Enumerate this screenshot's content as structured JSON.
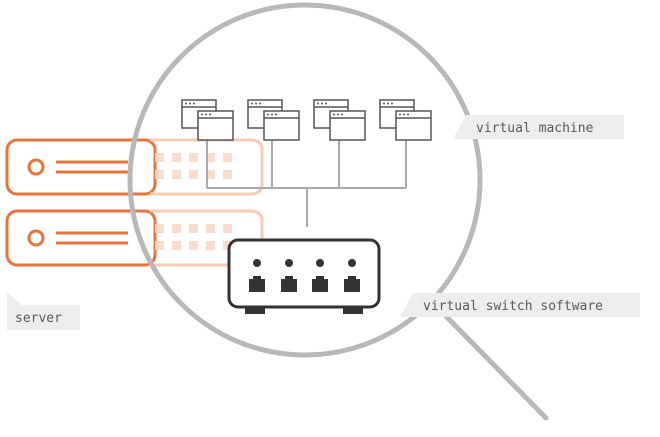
{
  "labels": {
    "virtual_machine": "virtual machine",
    "virtual_switch": "virtual switch software",
    "server": "server"
  },
  "colors": {
    "server_orange": "#e8743b",
    "server_faint": "#f6cdb4",
    "line_gray": "#a9a9a9",
    "lens_gray": "#b8b8b8",
    "icon_dark": "#333333",
    "tag_bg": "#ededed",
    "tag_text": "#5a5a5a"
  },
  "icons": {
    "vm": "browser-window-stack-icon",
    "switch": "network-switch-icon",
    "server": "rack-server-icon",
    "magnifier": "magnifying-glass-icon"
  }
}
